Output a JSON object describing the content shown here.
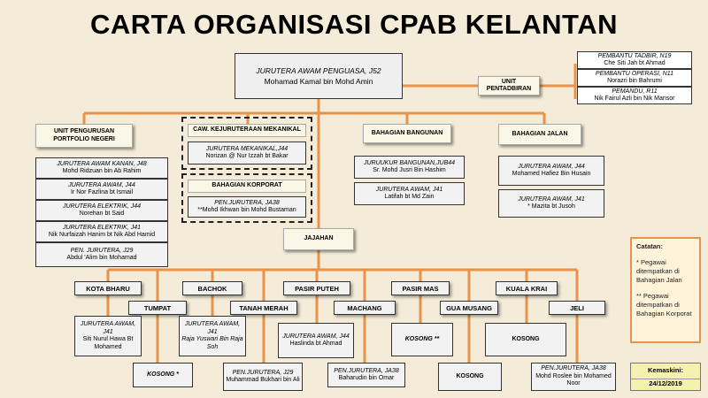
{
  "title": "CARTA ORGANISASI CPAB KELANTAN",
  "head": {
    "position": "JURUTERA AWAM PENGUASA, J52",
    "name": "Mohamad Kamal bin Mohd Amin"
  },
  "admin_unit": "UNIT PENTADBIRAN",
  "admin_staff": [
    {
      "position": "PEMBANTU TADBIR, N19",
      "name": "Che Siti Jah bt Ahmad"
    },
    {
      "position": "PEMBANTU OPERASI, N11",
      "name": "Norazri bin Bahrumi"
    },
    {
      "position": "PEMANDU, R11",
      "name": "Nik Fairul Azli bin Nik Mansor"
    }
  ],
  "unit_portfolio": {
    "title": "UNIT PENGURUSAN PORTFOLIO NEGERI",
    "staff": [
      {
        "position": "JURUTERA AWAM KANAN, J48",
        "name": "Mohd Ridzuan bin Ab Rahim"
      },
      {
        "position": "JURUTERA AWAM, J44",
        "name": "Ir Nor Fazlina bt Ismail"
      },
      {
        "position": "JURUTERA ELEKTRIK, J44",
        "name": "Norehan bt Said"
      },
      {
        "position": "JURUTERA ELEKTRIK, J41",
        "name": "Nik Nurfaizah Hanim bt Nik Abd Hamid"
      },
      {
        "position": "PEN. JURUTERA, J29",
        "name": "Abdul 'Alim bin Mohamad"
      }
    ]
  },
  "mechanical": {
    "title": "CAW. KEJURUTERAAN MEKANIKAL",
    "position": "JURUTERA MEKANIKAL,J44",
    "name": "Norizan @ Nur Izzah bt Bakar"
  },
  "corporate": {
    "title": "BAHAGIAN KORPORAT",
    "position": "PEN.JURUTERA, JA38",
    "name": "**Mohd Ikhwan bin Mohd Bustaman"
  },
  "building": {
    "title": "BAHAGIAN BANGUNAN",
    "staff": [
      {
        "position": "JURUUKUR BANGUNAN,JUB44",
        "name": "Sr. Mohd Jusri Bin Hashim"
      },
      {
        "position": "JURUTERA AWAM, J41",
        "name": "Latifah bt Md Zain"
      }
    ]
  },
  "road": {
    "title": "BAHAGIAN JALAN",
    "staff": [
      {
        "position": "JURUTERA AWAM, J44",
        "name": "Mohamed Hafiez Bin Husain"
      },
      {
        "position": "JURUTERA AWAM, J41",
        "name": "* Mazita bt Jusoh"
      }
    ]
  },
  "district_header": "JAJAHAN",
  "districts": [
    "KOTA BHARU",
    "TUMPAT",
    "BACHOK",
    "TANAH MERAH",
    "PASIR PUTEH",
    "MACHANG",
    "PASIR MAS",
    "GUA MUSANG",
    "KUALA KRAI",
    "JELI"
  ],
  "district_staff": {
    "kb": {
      "position": "JURUTERA AWAM, J41",
      "name": "Siti Nurul Hawa Bt Mohamed"
    },
    "bachok": {
      "position": "JURUTERA AWAM, J41",
      "name": "Raja Yuswari Bin Raja Soh"
    },
    "pp": {
      "position": "JURUTERA AWAM, J44",
      "name": "Haslinda bt Ahmad"
    },
    "pm": "KOSONG **",
    "kk": "KOSONG",
    "tumpat": "KOSONG *",
    "tm": {
      "position": "PEN.JURUTERA, J29",
      "name": "Muhammad Bukhari bin Ali"
    },
    "machang": {
      "position": "PEN.JURUTERA, JA38",
      "name": "Baharudin bin Omar"
    },
    "gm": "KOSONG",
    "jeli": {
      "position": "PEN.JURUTERA, JA38",
      "name": "Mohd Roslee bin Mohamed Noor"
    }
  },
  "note": {
    "heading": "Catatan:",
    "line1": "*  Pegawai ditempatkan di Bahagian Jalan",
    "line2": "**  Pegawai ditempatkan di Bahagian Korporat"
  },
  "updated": {
    "label": "Kemaskini:",
    "date": "24/12/2019"
  },
  "colors": {
    "connector": "#e8924a",
    "background": "#f4ecd8"
  }
}
